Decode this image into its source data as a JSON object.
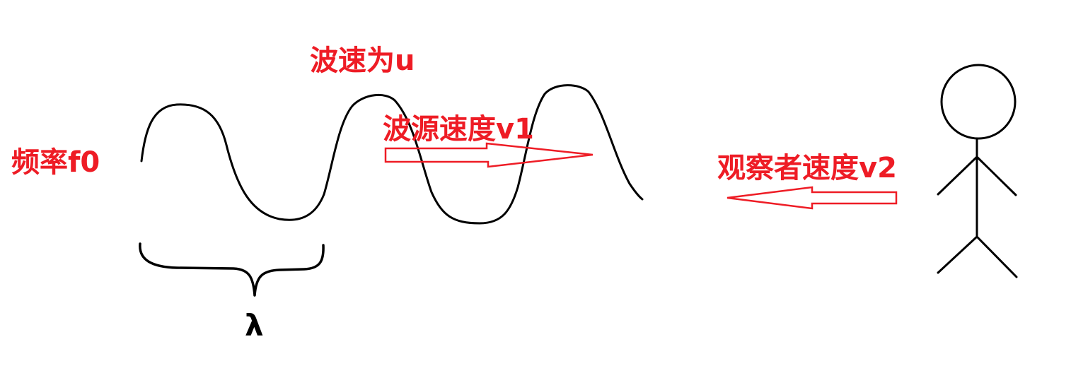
{
  "labels": {
    "wave_speed": "波速为u",
    "source_speed": "波源速度v1",
    "frequency": "频率f0",
    "observer_speed": "观察者速度v2",
    "wavelength": "λ"
  },
  "colors": {
    "label_red": "#ee1c25",
    "arrow_red": "#ee1c25",
    "ink": "#000000",
    "background": "#ffffff"
  },
  "arrows": [
    {
      "name": "source-velocity-arrow",
      "direction": "right"
    },
    {
      "name": "observer-velocity-arrow",
      "direction": "left"
    }
  ],
  "figures": [
    "wave",
    "wavelength-brace",
    "observer-stick-figure"
  ]
}
